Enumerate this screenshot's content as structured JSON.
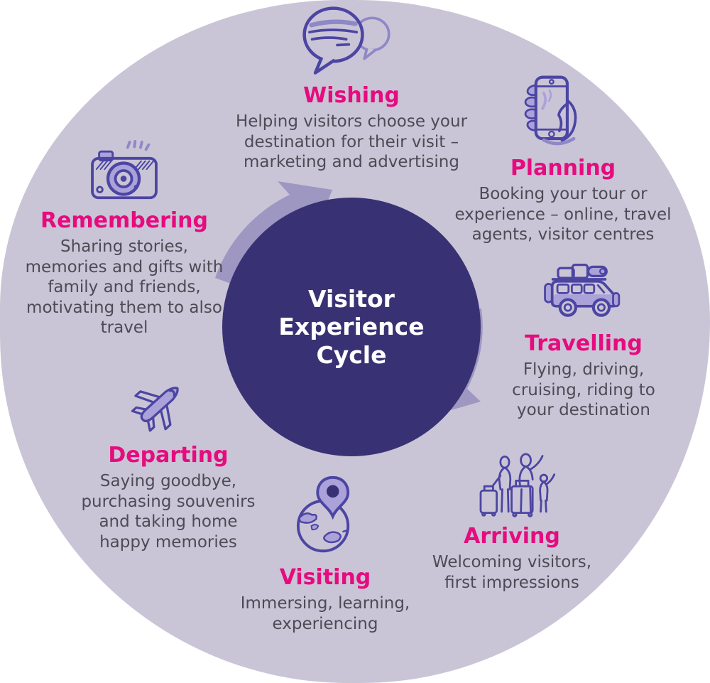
{
  "center": {
    "title": "Visitor Experience Cycle",
    "lines": [
      "Visitor",
      "Experience",
      "Cycle"
    ]
  },
  "stages": [
    {
      "id": "wishing",
      "label": "Wishing",
      "description": "Helping visitors choose your destination for their visit – marketing and advertising",
      "icon": "speech-bubbles-icon"
    },
    {
      "id": "planning",
      "label": "Planning",
      "description": "Booking your tour or experience – online, travel agents, visitor centres",
      "icon": "phone-in-hand-icon"
    },
    {
      "id": "travelling",
      "label": "Travelling",
      "description": "Flying, driving, cruising, riding to your destination",
      "icon": "car-with-luggage-icon"
    },
    {
      "id": "arriving",
      "label": "Arriving",
      "description": "Welcoming visitors, first impressions",
      "icon": "family-with-luggage-icon"
    },
    {
      "id": "visiting",
      "label": "Visiting",
      "description": "Immersing, learning, experiencing",
      "icon": "globe-map-pin-icon"
    },
    {
      "id": "departing",
      "label": "Departing",
      "description": "Saying goodbye, purchasing souvenirs and taking home happy memories",
      "icon": "airplane-icon"
    },
    {
      "id": "remembering",
      "label": "Remembering",
      "description": "Sharing stories, memories and gifts with family and friends, motivating them to also travel",
      "icon": "camera-icon"
    }
  ],
  "colors": {
    "background_blob": "#c9c5d6",
    "center_circle": "#383274",
    "arrow": "#9e97c1",
    "stage_heading": "#e60b7e",
    "body_text": "#4c4b55",
    "icon_line": "#4c45a3",
    "icon_accent": "#aaa2d8",
    "center_text": "#ffffff"
  }
}
